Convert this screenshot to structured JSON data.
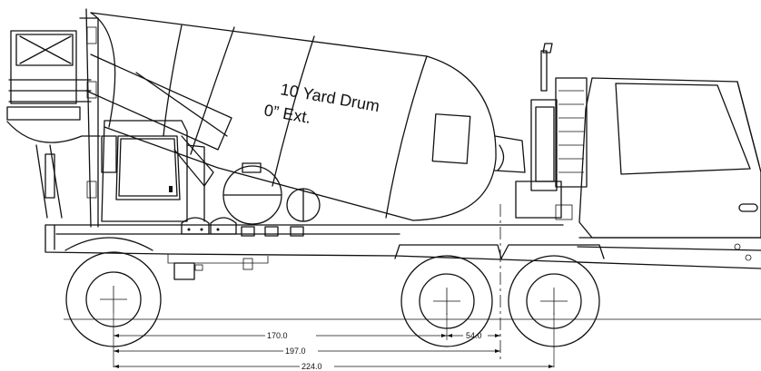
{
  "drum_label": {
    "line1": "10 Yard Drum",
    "line2": "0” Ext."
  },
  "dimensions": {
    "d170": "170.0",
    "d54": "54.0",
    "d197": "197.0",
    "d224": "224.0"
  }
}
